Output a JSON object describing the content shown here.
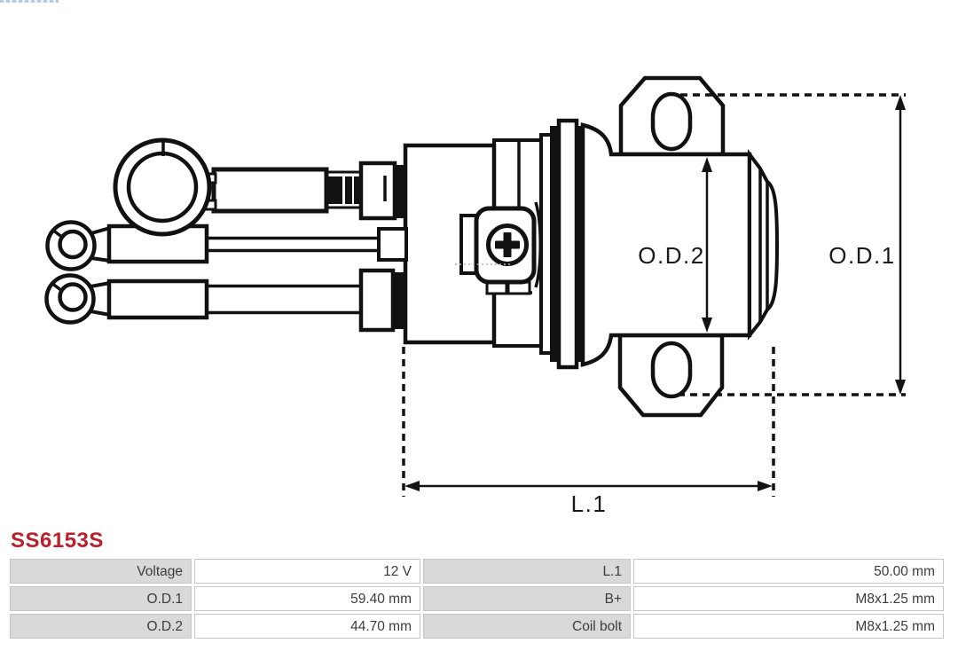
{
  "title": "SS6153S",
  "diagram": {
    "dim_od1": "O.D.1",
    "dim_od2": "O.D.2",
    "dim_l1": "L.1"
  },
  "spec_table": {
    "rows": [
      {
        "c": [
          "Voltage",
          "12 V",
          "L.1",
          "50.00 mm"
        ]
      },
      {
        "c": [
          "O.D.1",
          "59.40 mm",
          "B+",
          "M8x1.25 mm"
        ]
      },
      {
        "c": [
          "O.D.2",
          "44.70 mm",
          "Coil bolt",
          "M8x1.25 mm"
        ]
      }
    ]
  },
  "colors": {
    "accent_red": "#b9202b",
    "table_label_bg": "#d9d9d9",
    "table_border": "#c6c6c6",
    "line": "#111111"
  }
}
